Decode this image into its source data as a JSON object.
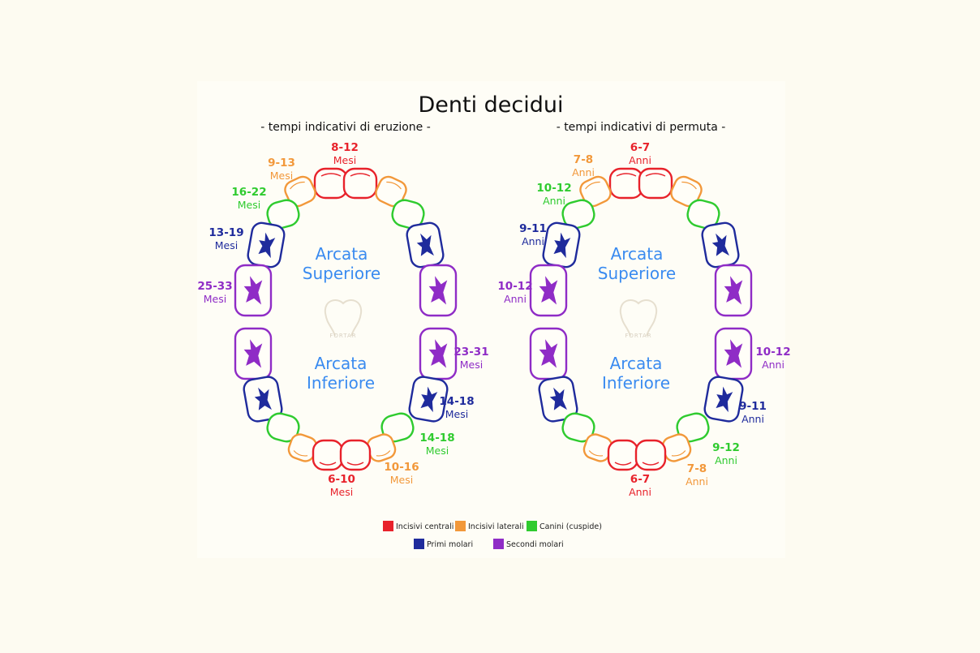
{
  "title": "Denti decidui",
  "colors": {
    "incisivi_centrali": "#e8222b",
    "incisivi_laterali": "#f2983a",
    "canini": "#2fcb2f",
    "primi_molari": "#1f2b9c",
    "secondi_molari": "#8f2cc6",
    "arcata_text": "#3a8bf0"
  },
  "eruzione": {
    "subtitle": "- tempi indicativi di eruzione -",
    "arcata_superiore": [
      "Arcata",
      "Superiore"
    ],
    "arcata_inferiore": [
      "Arcata",
      "Inferiore"
    ],
    "labels": {
      "sup_incisivi_centrali": {
        "range": "8-12",
        "unit": "Mesi"
      },
      "sup_incisivi_laterali": {
        "range": "9-13",
        "unit": "Mesi"
      },
      "sup_canini": {
        "range": "16-22",
        "unit": "Mesi"
      },
      "sup_primi_molari": {
        "range": "13-19",
        "unit": "Mesi"
      },
      "sup_secondi_molari": {
        "range": "25-33",
        "unit": "Mesi"
      },
      "inf_secondi_molari": {
        "range": "23-31",
        "unit": "Mesi"
      },
      "inf_primi_molari": {
        "range": "14-18",
        "unit": "Mesi"
      },
      "inf_canini": {
        "range": "14-18",
        "unit": "Mesi"
      },
      "inf_incisivi_laterali": {
        "range": "10-16",
        "unit": "Mesi"
      },
      "inf_incisivi_centrali": {
        "range": "6-10",
        "unit": "Mesi"
      }
    }
  },
  "permuta": {
    "subtitle": "- tempi indicativi di permuta -",
    "arcata_superiore": [
      "Arcata",
      "Superiore"
    ],
    "arcata_inferiore": [
      "Arcata",
      "Inferiore"
    ],
    "labels": {
      "sup_incisivi_centrali": {
        "range": "6-7",
        "unit": "Anni"
      },
      "sup_incisivi_laterali": {
        "range": "7-8",
        "unit": "Anni"
      },
      "sup_canini": {
        "range": "10-12",
        "unit": "Anni"
      },
      "sup_primi_molari": {
        "range": "9-11",
        "unit": "Anni"
      },
      "sup_secondi_molari": {
        "range": "10-12",
        "unit": "Anni"
      },
      "inf_secondi_molari": {
        "range": "10-12",
        "unit": "Anni"
      },
      "inf_primi_molari": {
        "range": "9-11",
        "unit": "Anni"
      },
      "inf_canini": {
        "range": "9-12",
        "unit": "Anni"
      },
      "inf_incisivi_laterali": {
        "range": "7-8",
        "unit": "Anni"
      },
      "inf_incisivi_centrali": {
        "range": "6-7",
        "unit": "Anni"
      }
    }
  },
  "legend": {
    "incisivi_centrali": "Incisivi centrali",
    "incisivi_laterali": "Incisivi laterali",
    "canini": "Canini (cuspide)",
    "primi_molari": "Primi molari",
    "secondi_molari": "Secondi molari"
  },
  "logo_text": "FORTAR"
}
